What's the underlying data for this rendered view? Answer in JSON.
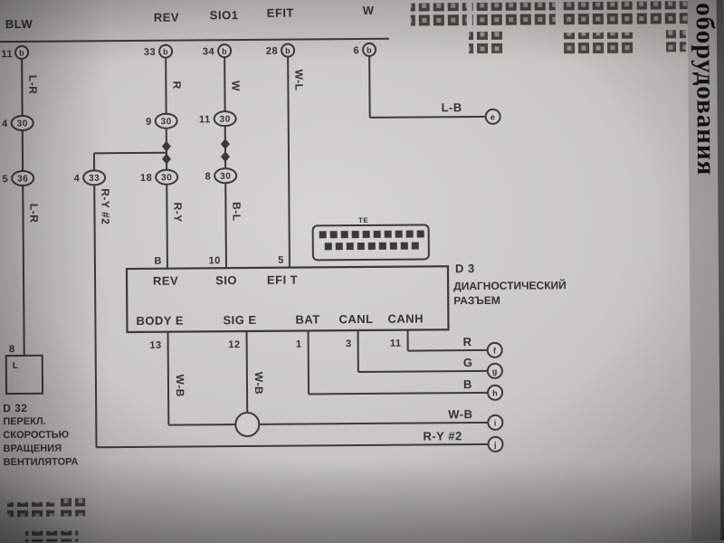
{
  "diagram": {
    "side_text": "оборудования",
    "top_bus": {
      "blw": "BLW",
      "rev": "REV",
      "sio1": "SIO1",
      "efit": "EFIT",
      "w": "W",
      "pin_blw": "11",
      "pin_rev": "33",
      "pin_sio1": "34",
      "pin_efit": "28",
      "pin_w": "6",
      "connector_letter": "b"
    },
    "junctions": {
      "left_upper": {
        "pin": "4",
        "id": "30"
      },
      "left_lower": {
        "pin": "5",
        "id": "36"
      },
      "rev_upper": {
        "pin": "9",
        "id": "30"
      },
      "rev_lower": {
        "pin": "18",
        "id": "30"
      },
      "branch": {
        "pin": "4",
        "id": "33"
      },
      "sio_upper": {
        "pin": "11",
        "id": "30"
      },
      "sio_lower": {
        "pin": "8",
        "id": "30"
      }
    },
    "wires": {
      "l_r_upper": "L-R",
      "l_r_lower": "L-R",
      "r": "R",
      "w": "W",
      "w_l": "W-L",
      "r_y": "R-Y",
      "r_y2": "R-Y #2",
      "b_l": "B-L",
      "l_b": "L-B",
      "w_b_left": "W-B",
      "w_b_right": "W-B",
      "out_r": "R",
      "out_g": "G",
      "out_b": "B",
      "out_w_b": "W-B",
      "out_r_y2": "R-Y #2"
    },
    "connector_box": {
      "pin_rev": "B",
      "pin_sio": "10",
      "pin_efit": "5",
      "rev": "REV",
      "sio": "SIO",
      "efit": "EFI T",
      "body_e": "BODY E",
      "sig_e": "SIG E",
      "bat": "BAT",
      "canl": "CANL",
      "canh": "CANH",
      "pin_body_e": "13",
      "pin_sig_e": "12",
      "pin_bat": "1",
      "pin_canl": "3",
      "pin_canh": "11",
      "id": "D 3",
      "name_line1": "ДИАГНОСТИЧЕСКИЙ",
      "name_line2": "РАЗЪЕМ",
      "te": "TE"
    },
    "fan_switch": {
      "pin": "8",
      "box_label": "L",
      "id": "D 32",
      "name_line1": "ПЕРЕКЛ.",
      "name_line2": "СКОРОСТЬЮ",
      "name_line3": "ВРАЩЕНИЯ",
      "name_line4": "ВЕНТИЛЯТОРА"
    },
    "terminals": {
      "e": "e",
      "f": "f",
      "g": "g",
      "h": "h",
      "i": "i",
      "j": "j"
    }
  }
}
